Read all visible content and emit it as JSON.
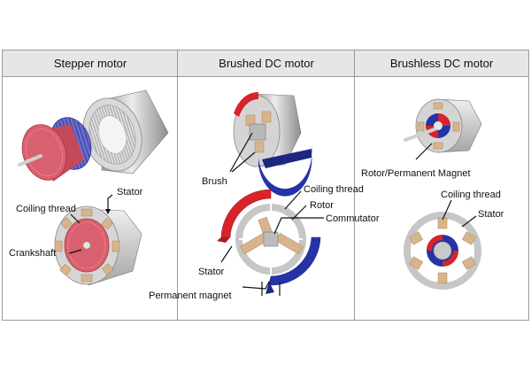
{
  "columns": [
    {
      "title": "Stepper motor"
    },
    {
      "title": "Brushed DC motor"
    },
    {
      "title": "Brushless DC motor"
    }
  ],
  "stepper": {
    "stator": "Stator",
    "coiling_thread": "Coiling thread",
    "crankshaft": "Crankshaft"
  },
  "brushed": {
    "brush": "Brush",
    "coiling_thread": "Coiling thread",
    "rotor": "Rotor",
    "commutator": "Commutator",
    "stator": "Stator",
    "permanent_magnet": "Permanent magnet"
  },
  "brushless": {
    "rotor_magnet": "Rotor/Permanent Magnet",
    "coiling_thread": "Coiling thread",
    "stator": "Stator"
  },
  "colors": {
    "magnet_red": "#d8232a",
    "magnet_blue": "#2632a8",
    "rotor_pink": "#d9606e",
    "coil_tan": "#d8b48c",
    "steel": "#c8c8c8"
  }
}
